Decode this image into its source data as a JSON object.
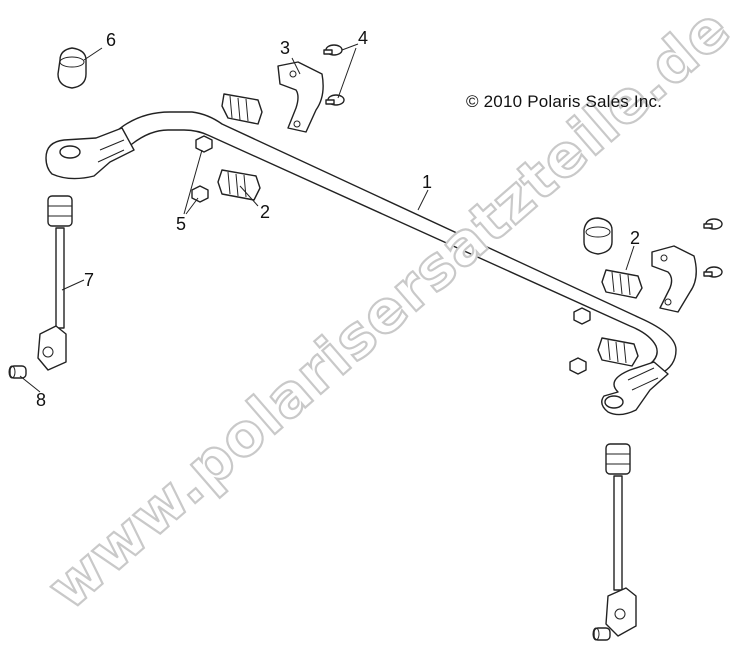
{
  "copyright": "© 2010 Polaris Sales Inc.",
  "watermark": "www.polarisersatzteile.de",
  "callouts": {
    "c1": "1",
    "c2a": "2",
    "c2b": "2",
    "c3": "3",
    "c4": "4",
    "c5": "5",
    "c6": "6",
    "c7": "7",
    "c8": "8"
  }
}
